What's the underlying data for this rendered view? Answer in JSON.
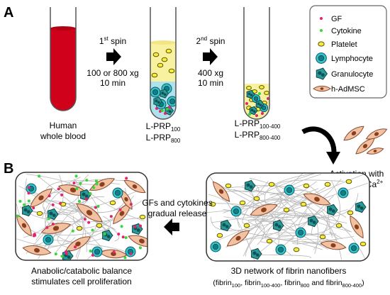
{
  "panel_a": {
    "label": "A",
    "blood_caption": [
      "Human",
      "whole blood"
    ],
    "spin1": {
      "sup": "st",
      "word": " spin",
      "speed": "100 or 800 xg",
      "time": "10 min"
    },
    "spin2": {
      "sup": "nd",
      "word": " spin",
      "speed": "400 xg",
      "time": "10 min"
    },
    "tube2_lines": [
      {
        "base": "L-PRP",
        "sub": "100"
      },
      {
        "base": "L-PRP",
        "sub": "800"
      }
    ],
    "tube3_lines": [
      {
        "base": "L-PRP",
        "sub": "100-400"
      },
      {
        "base": "L-PRP",
        "sub": "800-400"
      }
    ],
    "activation": {
      "line1": "Activation with",
      "line2_base": "thrombin/Ca",
      "line2_sup": "2+"
    }
  },
  "legend": {
    "items": [
      {
        "label": "GF",
        "icon": "gf-dot-icon",
        "color": "#e8216f"
      },
      {
        "label": "Cytokine",
        "icon": "cytokine-dot-icon",
        "color": "#39d63a"
      },
      {
        "label": "Platelet",
        "icon": "platelet-icon",
        "color": "#f7ec3c"
      },
      {
        "label": "Lymphocyte",
        "icon": "lymphocyte-icon",
        "color": "#33c3cc"
      },
      {
        "label": "Granulocyte",
        "icon": "granulocyte-icon",
        "color": "#2a9a9a"
      },
      {
        "label": "h-AdMSC",
        "icon": "stem-cell-icon",
        "color": "#f2c1a2"
      }
    ]
  },
  "panel_b": {
    "label": "B",
    "release_caption": [
      "GFs and cytokines",
      "gradual release"
    ],
    "left_caption": [
      "Anabolic/catabolic balance",
      "stimulates cell proliferation"
    ],
    "right_caption_line1": "3D network of fibrin nanofibers",
    "right_caption_line2": {
      "open": "(fibrin",
      "s1": "100",
      "sep1": ", fibrin",
      "s2": "100-400",
      "sep2": ", fibrin",
      "s3": "800",
      "sep3": " and fibrin",
      "s4": "800-400",
      "close": ")"
    }
  },
  "colors": {
    "blood": "#d0021b",
    "plasma": "#f8f1a0",
    "buffy": "#aee3ee",
    "platelet": "#f7ec3c",
    "lymphocyte": "#33c3cc",
    "granulocyte": "#2a9a9a",
    "stem_cell": "#f2c1a2",
    "gf": "#e8216f",
    "cytokine": "#39d63a"
  }
}
